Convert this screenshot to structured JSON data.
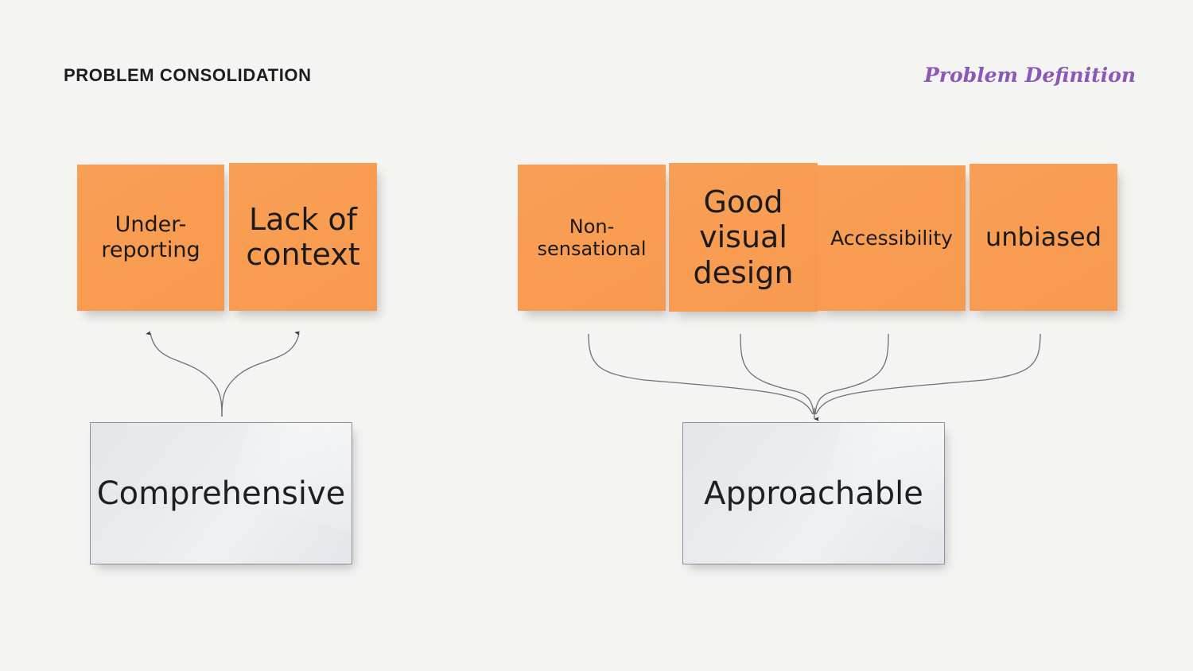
{
  "header": {
    "title": "PROBLEM CONSOLIDATION",
    "section_label": "Problem Definition"
  },
  "colors": {
    "background": "#f4f4f3",
    "sticky_note": "#f89d52",
    "concept_box": "#e9ecef",
    "concept_box_border": "#8e9296",
    "title_text": "#1d1d1d",
    "section_label_text": "#8a58b5",
    "connector_stroke": "#6e7072"
  },
  "groups": [
    {
      "id": "comprehensive",
      "concept": "Comprehensive",
      "arrow_direction": "up",
      "notes": [
        {
          "label": "Under-reporting",
          "font_size": 27
        },
        {
          "label": "Lack of context",
          "font_size": 38
        }
      ]
    },
    {
      "id": "approachable",
      "concept": "Approachable",
      "arrow_direction": "down",
      "notes": [
        {
          "label": "Non-sensational",
          "font_size": 24
        },
        {
          "label": "Good visual design",
          "font_size": 38
        },
        {
          "label": "Accessibility",
          "font_size": 25
        },
        {
          "label": "unbiased",
          "font_size": 32
        }
      ]
    }
  ]
}
